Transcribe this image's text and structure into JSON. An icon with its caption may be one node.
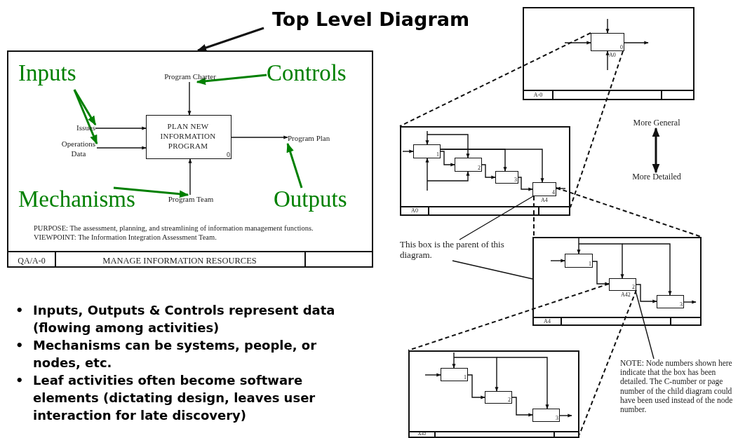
{
  "diagram": {
    "title": "Top Level Diagram",
    "nodes": [
      {
        "text": [
          "PURPOSE: The assessment, planning, and streamlining of information management functions.",
          "VIEWPOINT: The Information Integration Assessment Team.",
          "QA/A-0",
          "MANAGE INFORMATION RESOURCES"
        ]
      },
      {
        "text": [
          "PLAN NEW INFORMATION PROGRAM",
          "0"
        ],
        "in": 0
      },
      {
        "text": [
          "Program Charter"
        ],
        "in": 0
      },
      {
        "text": [
          "Issues"
        ],
        "in": 0
      },
      {
        "text": [
          "Operations Data"
        ],
        "in": 0
      },
      {
        "text": [
          "Program Plan"
        ],
        "in": 0
      },
      {
        "text": [
          "Program Team"
        ],
        "in": 0
      },
      {
        "text": [
          "Inputs"
        ],
        "in": 0
      },
      {
        "text": [
          "Controls"
        ],
        "in": 0
      },
      {
        "text": [
          "Mechanisms"
        ],
        "in": 0
      },
      {
        "text": [
          "Outputs"
        ],
        "in": 0
      },
      {
        "text": [
          "A-0"
        ]
      },
      {
        "text": [
          "0"
        ],
        "in": 11,
        "beside": [
          "A0"
        ]
      },
      {
        "text": [
          "A0"
        ]
      },
      {
        "text": [
          "1"
        ],
        "in": 13
      },
      {
        "text": [
          "2"
        ],
        "in": 13
      },
      {
        "text": [
          "3"
        ],
        "in": 13
      },
      {
        "text": [
          "4"
        ],
        "in": 13,
        "beside": [
          "A4"
        ]
      },
      {
        "text": [
          "A4"
        ]
      },
      {
        "text": [
          "1"
        ],
        "in": 18
      },
      {
        "text": [
          "2"
        ],
        "in": 18,
        "beside": [
          "A42"
        ]
      },
      {
        "text": [
          "3"
        ],
        "in": 18
      },
      {
        "text": [
          "A42"
        ]
      },
      {
        "text": [
          "1"
        ],
        "in": 22
      },
      {
        "text": [
          "2"
        ],
        "in": 22
      },
      {
        "text": [
          "3"
        ],
        "in": 22
      },
      {
        "text": [
          "This box is the parent of this diagram."
        ]
      },
      {
        "text": [
          "NOTE: Node numbers shown here indicate that the box has been detailed. The C-number or page number of the child diagram could have been used instead of the node number."
        ]
      },
      {
        "text": [
          "More General"
        ]
      },
      {
        "text": [
          "More Detailed"
        ]
      }
    ],
    "edges": [
      {
        "from": 2,
        "to": 1,
        "arrow": "to"
      },
      {
        "from": 3,
        "to": 1,
        "arrow": "to"
      },
      {
        "from": 4,
        "to": 1,
        "arrow": "to"
      },
      {
        "from": 1,
        "to": 5,
        "arrow": "to"
      },
      {
        "from": 6,
        "to": 1,
        "arrow": "to"
      },
      {
        "from": 7,
        "to": 3,
        "arrow": "to",
        "style": "thick",
        "color": "#008000"
      },
      {
        "from": 7,
        "to": 4,
        "arrow": "to",
        "style": "thick",
        "color": "#008000"
      },
      {
        "from": 8,
        "to": 2,
        "arrow": "to",
        "style": "thick",
        "color": "#008000"
      },
      {
        "from": 9,
        "to": 6,
        "arrow": "to",
        "style": "thick",
        "color": "#008000"
      },
      {
        "from": 10,
        "to": 5,
        "arrow": "to",
        "style": "thick",
        "color": "#008000"
      },
      {
        "from": null,
        "to": 0,
        "arrow": "to",
        "style": "thick"
      },
      {
        "from": null,
        "to": 12,
        "arrow": "to"
      },
      {
        "from": null,
        "to": 12,
        "arrow": "to"
      },
      {
        "from": null,
        "to": 12,
        "arrow": "to"
      },
      {
        "from": 12,
        "to": null,
        "arrow": "to"
      },
      {
        "from": 12,
        "to": 13,
        "arrow": "none",
        "style": "dashed"
      },
      {
        "from": 12,
        "to": 13,
        "arrow": "none",
        "style": "dashed"
      },
      {
        "from": null,
        "to": 14,
        "arrow": "to"
      },
      {
        "from": null,
        "to": 14,
        "arrow": "to"
      },
      {
        "from": null,
        "to": 15,
        "arrow": "to"
      },
      {
        "from": 14,
        "to": 15,
        "arrow": "to"
      },
      {
        "from": 14,
        "to": 16,
        "arrow": "to"
      },
      {
        "from": 14,
        "to": 17,
        "arrow": "to"
      },
      {
        "from": 15,
        "to": 16,
        "arrow": "to"
      },
      {
        "from": 16,
        "to": 17,
        "arrow": "to"
      },
      {
        "from": null,
        "to": 14,
        "arrow": "to"
      },
      {
        "from": null,
        "to": 15,
        "arrow": "to"
      },
      {
        "from": null,
        "to": 17,
        "arrow": "to"
      },
      {
        "from": 17,
        "to": 18,
        "arrow": "none",
        "style": "dashed"
      },
      {
        "from": 17,
        "to": 18,
        "arrow": "none",
        "style": "dashed"
      },
      {
        "from": null,
        "to": 19,
        "arrow": "to"
      },
      {
        "from": null,
        "to": 19,
        "arrow": "to"
      },
      {
        "from": null,
        "to": 20,
        "arrow": "to"
      },
      {
        "from": null,
        "to": 21,
        "arrow": "to"
      },
      {
        "from": 19,
        "to": 20,
        "arrow": "to"
      },
      {
        "from": 20,
        "to": 21,
        "arrow": "to"
      },
      {
        "from": 21,
        "to": null,
        "arrow": "to"
      },
      {
        "from": 20,
        "to": 22,
        "arrow": "none",
        "style": "dashed"
      },
      {
        "from": 20,
        "to": 22,
        "arrow": "none",
        "style": "dashed"
      },
      {
        "from": null,
        "to": 23,
        "arrow": "to"
      },
      {
        "from": null,
        "to": 23,
        "arrow": "to"
      },
      {
        "from": null,
        "to": 24,
        "arrow": "to"
      },
      {
        "from": null,
        "to": 25,
        "arrow": "to"
      },
      {
        "from": 23,
        "to": 24,
        "arrow": "to"
      },
      {
        "from": 24,
        "to": 25,
        "arrow": "to"
      },
      {
        "from": 25,
        "to": null,
        "arrow": "to"
      },
      {
        "from": 26,
        "to": 17,
        "arrow": "none"
      },
      {
        "from": 26,
        "to": 18,
        "arrow": "none"
      },
      {
        "from": 27,
        "to": 20,
        "arrow": "none"
      },
      {
        "from": 28,
        "to": 29,
        "arrow": "both",
        "style": "thick"
      }
    ],
    "labels": [
      "•",
      "Inputs, Outputs & Controls represent data (flowing among activities)",
      "•",
      "Mechanisms can be systems, people, or nodes, etc.",
      "•",
      "Leaf activities often become software elements (dictating design, leaves user interaction for late discovery)"
    ]
  }
}
